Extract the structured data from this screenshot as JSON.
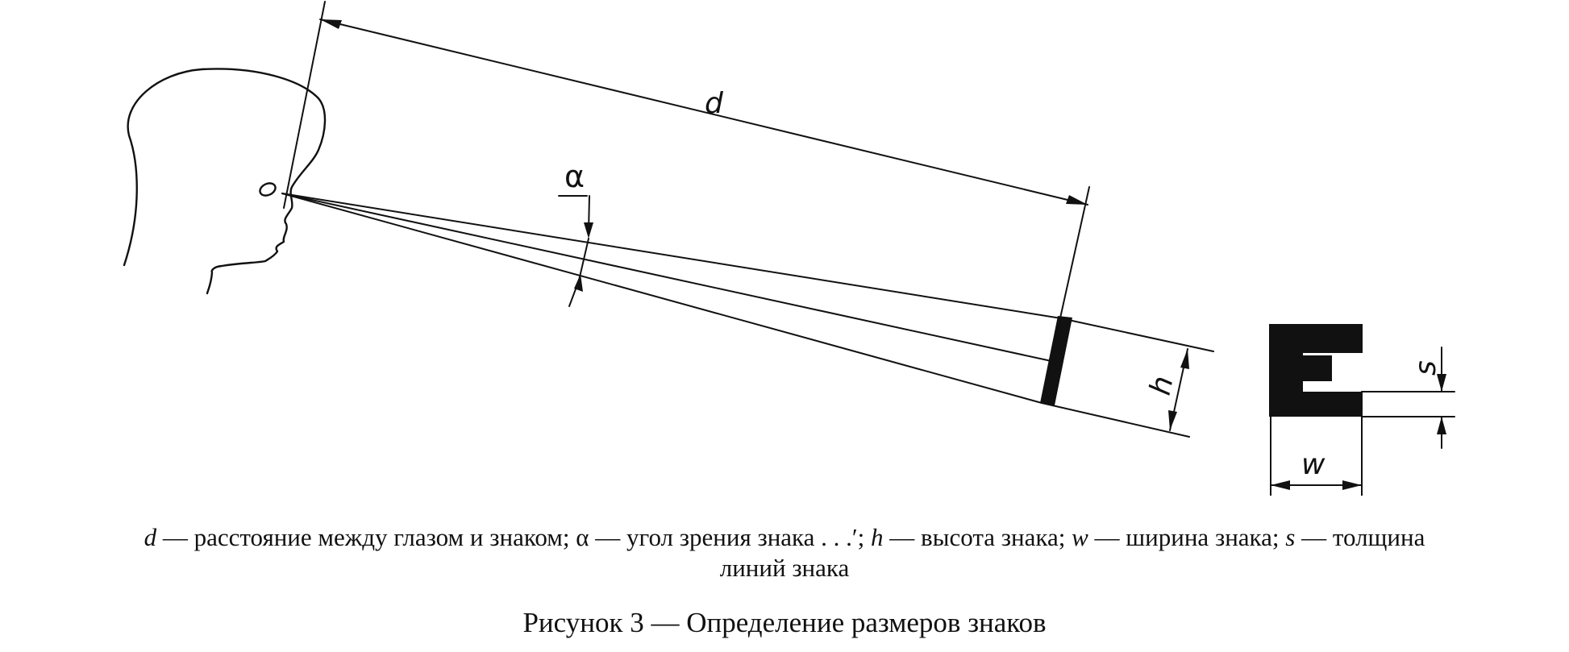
{
  "figure": {
    "labels": {
      "distance": "d",
      "angle": "α",
      "height": "h",
      "width": "w",
      "stroke": "s"
    },
    "sample_sign": "E"
  },
  "legend": {
    "d_sym": "d",
    "d_text": " — расстояние между глазом и знаком; ",
    "alpha_sym": "α",
    "alpha_text": " — угол зрения знака . . .′; ",
    "h_sym": "h",
    "h_text": " — высота знака; ",
    "w_sym": "w",
    "w_text": " — ширина знака; ",
    "s_sym": "s",
    "s_text": " — толщина",
    "line2": "линий знака"
  },
  "caption": "Рисунок 3 — Определение размеров знаков"
}
